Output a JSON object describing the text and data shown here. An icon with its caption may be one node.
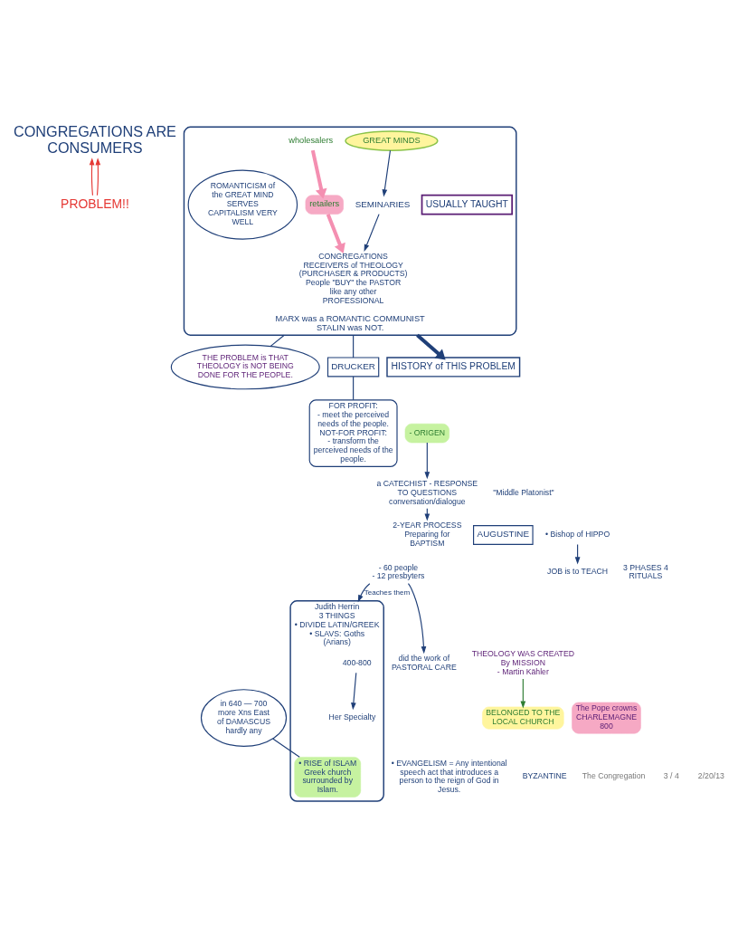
{
  "diagram": {
    "nodes": [
      {
        "text": [
          "CONGREGATIONS ARE CONSUMERS"
        ]
      },
      {
        "text": [
          "PROBLEM!!"
        ]
      },
      {
        "text": [
          "MARX was a ROMANTIC COMMUNIST",
          "STALIN was NOT."
        ]
      },
      {
        "text": [
          "USUALLY TAUGHT"
        ],
        "in": 2
      },
      {
        "text": [
          "GREAT MINDS"
        ],
        "in": 2
      },
      {
        "text": [
          "wholesalers"
        ],
        "in": 2
      },
      {
        "text": [
          "SEMINARIES"
        ],
        "in": 2
      },
      {
        "text": [
          "ROMANTICISM of the GREAT MIND",
          "SERVES CAPITALISM VERY WELL"
        ],
        "in": 2
      },
      {
        "text": [
          "retailers"
        ],
        "in": 2
      },
      {
        "text": [
          "CONGREGATIONS",
          "RECEIVERS of THEOLOGY (PURCHASER & PRODUCTS)",
          "People \"BUY\" the PASTOR like any other PROFESSIONAL"
        ],
        "in": 2
      },
      {
        "text": [
          "THE PROBLEM is THAT THEOLOGY is NOT BEING DONE FOR THE PEOPLE."
        ]
      },
      {
        "text": [
          "DRUCKER"
        ]
      },
      {
        "text": [
          "FOR PROFIT:",
          "- meet the perceived needs of the people.",
          "NOT-FOR PROFIT:",
          "- transform the perceived needs of the people."
        ]
      },
      {
        "text": [
          "HISTORY of THIS PROBLEM"
        ]
      },
      {
        "text": [
          "- ORIGEN"
        ]
      },
      {
        "text": [
          "a CATECHIST - RESPONSE TO QUESTIONS",
          "conversation/dialogue"
        ]
      },
      {
        "text": [
          "2-YEAR PROCESS Preparing for BAPTISM"
        ]
      },
      {
        "text": [
          "AUGUSTINE"
        ]
      },
      {
        "text": [
          "Judith Herrin",
          "3 THINGS",
          "• DIVIDE LATIN/GREEK",
          "• SLAVS: Goths (Arians)"
        ]
      },
      {
        "text": [
          "400-800"
        ],
        "in": 18
      },
      {
        "text": [
          "Her Specialty"
        ],
        "in": 18
      },
      {
        "text": [
          "• RISE of ISLAM",
          "Greek church surrounded by Islam."
        ],
        "in": 18
      },
      {
        "text": [
          "• Bishop of HIPPO"
        ]
      },
      {
        "text": [
          "- 60 people",
          "- 12 presbyters"
        ]
      },
      {
        "text": [
          "JOB is to TEACH"
        ]
      },
      {
        "text": [
          "THEOLOGY WAS CREATED By MISSION",
          "- Martin Kähler"
        ]
      },
      {
        "text": [
          "did the work of PASTORAL CARE"
        ]
      },
      {
        "text": [
          "BELONGED TO THE LOCAL CHURCH"
        ]
      },
      {
        "text": [
          "in 640 — 700",
          "more Xns East of DAMASCUS",
          "hardly any"
        ]
      },
      {
        "text": [
          "The Pope crowns CHARLEMAGNE",
          "800"
        ]
      }
    ],
    "edges": [
      {
        "from": 1,
        "to": 0,
        "arrow": "to",
        "color": "#e53935"
      },
      {
        "from": 1,
        "to": 0,
        "arrow": "to",
        "color": "#e53935"
      },
      {
        "from": 4,
        "to": 6,
        "arrow": "to"
      },
      {
        "from": 6,
        "to": 9,
        "arrow": "to"
      },
      {
        "from": 5,
        "to": 8,
        "arrow": "to",
        "style": "thick",
        "color": "#f48fb1"
      },
      {
        "from": 8,
        "to": 9,
        "arrow": "to",
        "style": "thick",
        "color": "#f48fb1"
      },
      {
        "from": 2,
        "to": 10,
        "arrow": "none"
      },
      {
        "from": 2,
        "to": 13,
        "arrow": "to",
        "style": "thick"
      },
      {
        "from": 2,
        "to": 11,
        "arrow": "none"
      },
      {
        "from": 11,
        "to": 12,
        "arrow": "none"
      },
      {
        "from": 14,
        "to": 15,
        "arrow": "to"
      },
      {
        "from": 15,
        "to": 16,
        "arrow": "to"
      },
      {
        "from": 19,
        "to": 20,
        "arrow": "to"
      },
      {
        "from": 22,
        "to": 24,
        "arrow": "to"
      },
      {
        "from": 23,
        "to": 26,
        "arrow": "to"
      },
      {
        "from": 23,
        "to": 18,
        "arrow": "to",
        "label": "Teaches them"
      },
      {
        "from": 25,
        "to": 27,
        "arrow": "to",
        "color": "#2e7d32"
      },
      {
        "from": 28,
        "to": 21,
        "arrow": "none"
      }
    ],
    "labels": [
      "\"Middle Platonist\"",
      "3 PHASES 4 RITUALS",
      "• EVANGELISM = Any intentional speech act that introduces a person to the reign of God in Jesus.",
      "BYZANTINE",
      "The Congregation",
      "3 / 4",
      "2/20/13"
    ]
  }
}
